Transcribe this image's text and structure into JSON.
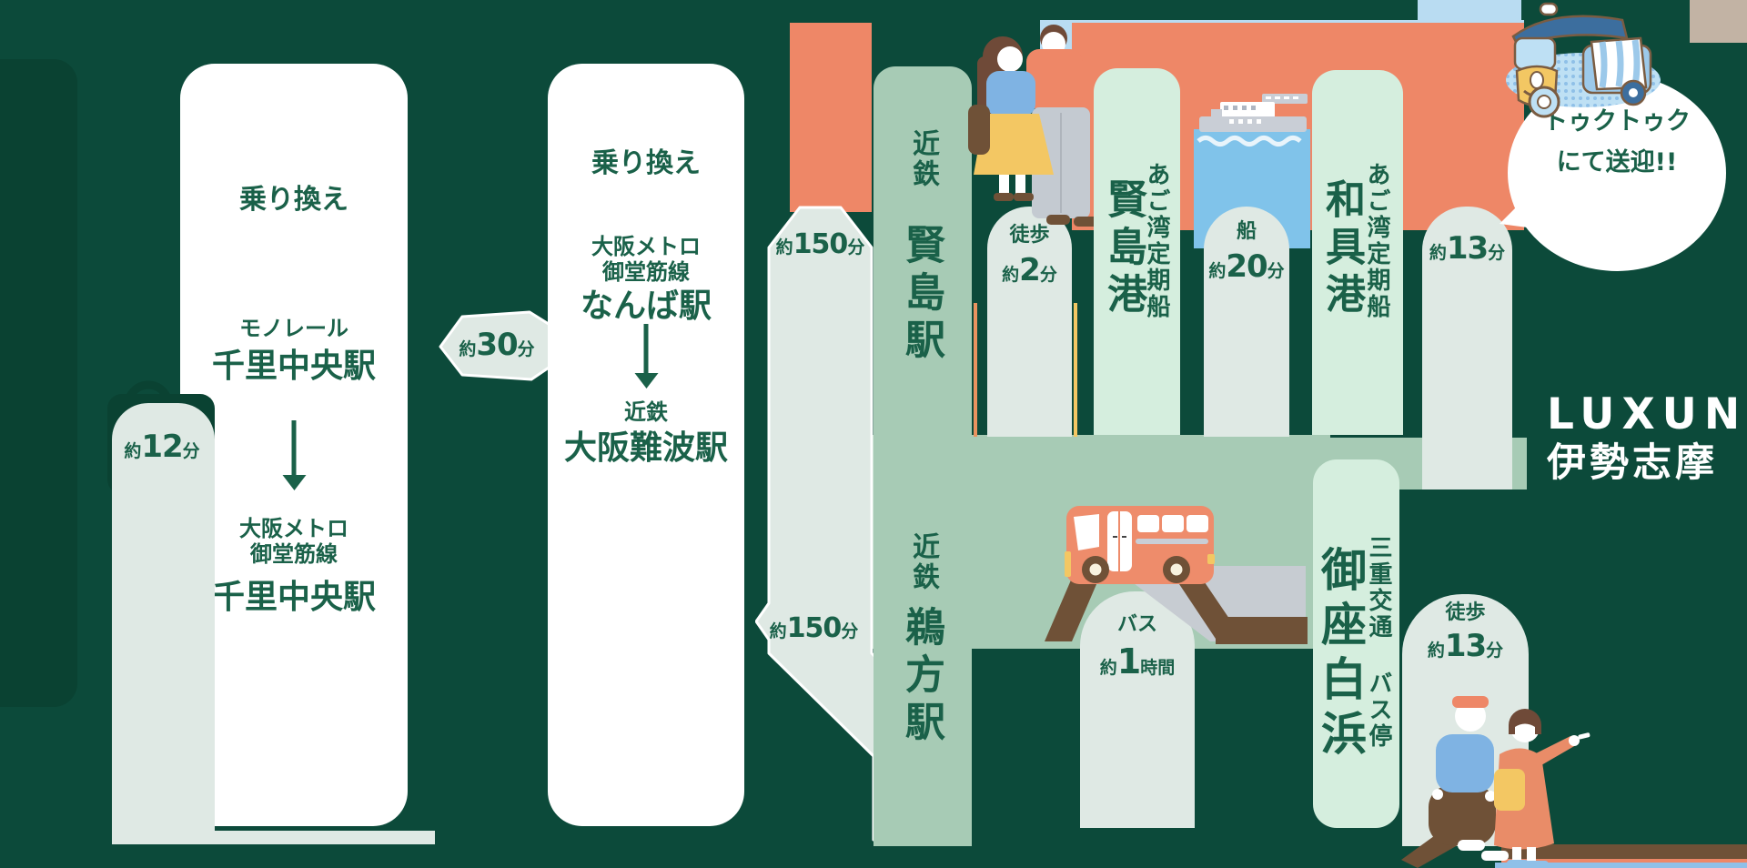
{
  "palette": {
    "bg": "#0C4A3A",
    "bg_accent": "#0A4232",
    "white": "#FFFFFF",
    "pale": "#DFE9E4",
    "mint": "#D5EEDE",
    "sage": "#A7CBB5",
    "salmon": "#EE8767",
    "text_green": "#1A6149",
    "water_blue": "#80C3EA",
    "sky_blue": "#B9DCF2",
    "tan": "#C2B3A4",
    "brown": "#6F5137",
    "road_gray": "#C7CCD2",
    "yellow": "#F3C763",
    "people_blue": "#7FB3E3"
  },
  "route_osaka": {
    "hop12": {
      "prefix": "約",
      "value": "12",
      "unit": "分"
    },
    "card1": {
      "title": "乗り換え",
      "from_line": "モノレール",
      "from_station": "千里中央駅",
      "to_line1": "大阪メトロ",
      "to_line2": "御堂筋線",
      "to_station": "千里中央駅"
    },
    "hop30": {
      "prefix": "約",
      "value": "30",
      "unit": "分"
    },
    "card2": {
      "title": "乗り換え",
      "from_line1": "大阪メトロ",
      "from_line2": "御堂筋線",
      "from_station": "なんば駅",
      "to_line": "近鉄",
      "to_station": "大阪難波駅"
    },
    "hop150a": {
      "prefix": "約",
      "value": "150",
      "unit": "分"
    },
    "hop150b": {
      "prefix": "約",
      "value": "150",
      "unit": "分"
    }
  },
  "kintetsu_column": {
    "top_company": "近鉄",
    "top_station": "賢島駅",
    "bottom_company": "近鉄",
    "bottom_station": "鵜方駅"
  },
  "sea_route": {
    "walk2": {
      "mode": "徒歩",
      "prefix": "約",
      "value": "2",
      "unit": "分"
    },
    "kashikojima_port": {
      "line": "あご湾定期船",
      "name": "賢島港"
    },
    "ship20": {
      "mode": "船",
      "prefix": "約",
      "value": "20",
      "unit": "分"
    },
    "wagu_port": {
      "line": "あご湾定期船",
      "name": "和具港"
    },
    "hop13": {
      "prefix": "約",
      "value": "13",
      "unit": "分"
    },
    "bubble": {
      "line1": "トゥクトゥク",
      "line2": "にて送迎!!"
    }
  },
  "bus_route": {
    "bus1h": {
      "mode": "バス",
      "prefix": "約",
      "value": "1",
      "unit": "時間"
    },
    "goza_stop": {
      "line": "三重交通 バス停",
      "name": "御座白浜"
    },
    "walk13": {
      "mode": "徒歩",
      "prefix": "約",
      "value": "13",
      "unit": "分"
    }
  },
  "destination": {
    "brand": "LUXUNA",
    "area": "伊勢志摩"
  }
}
